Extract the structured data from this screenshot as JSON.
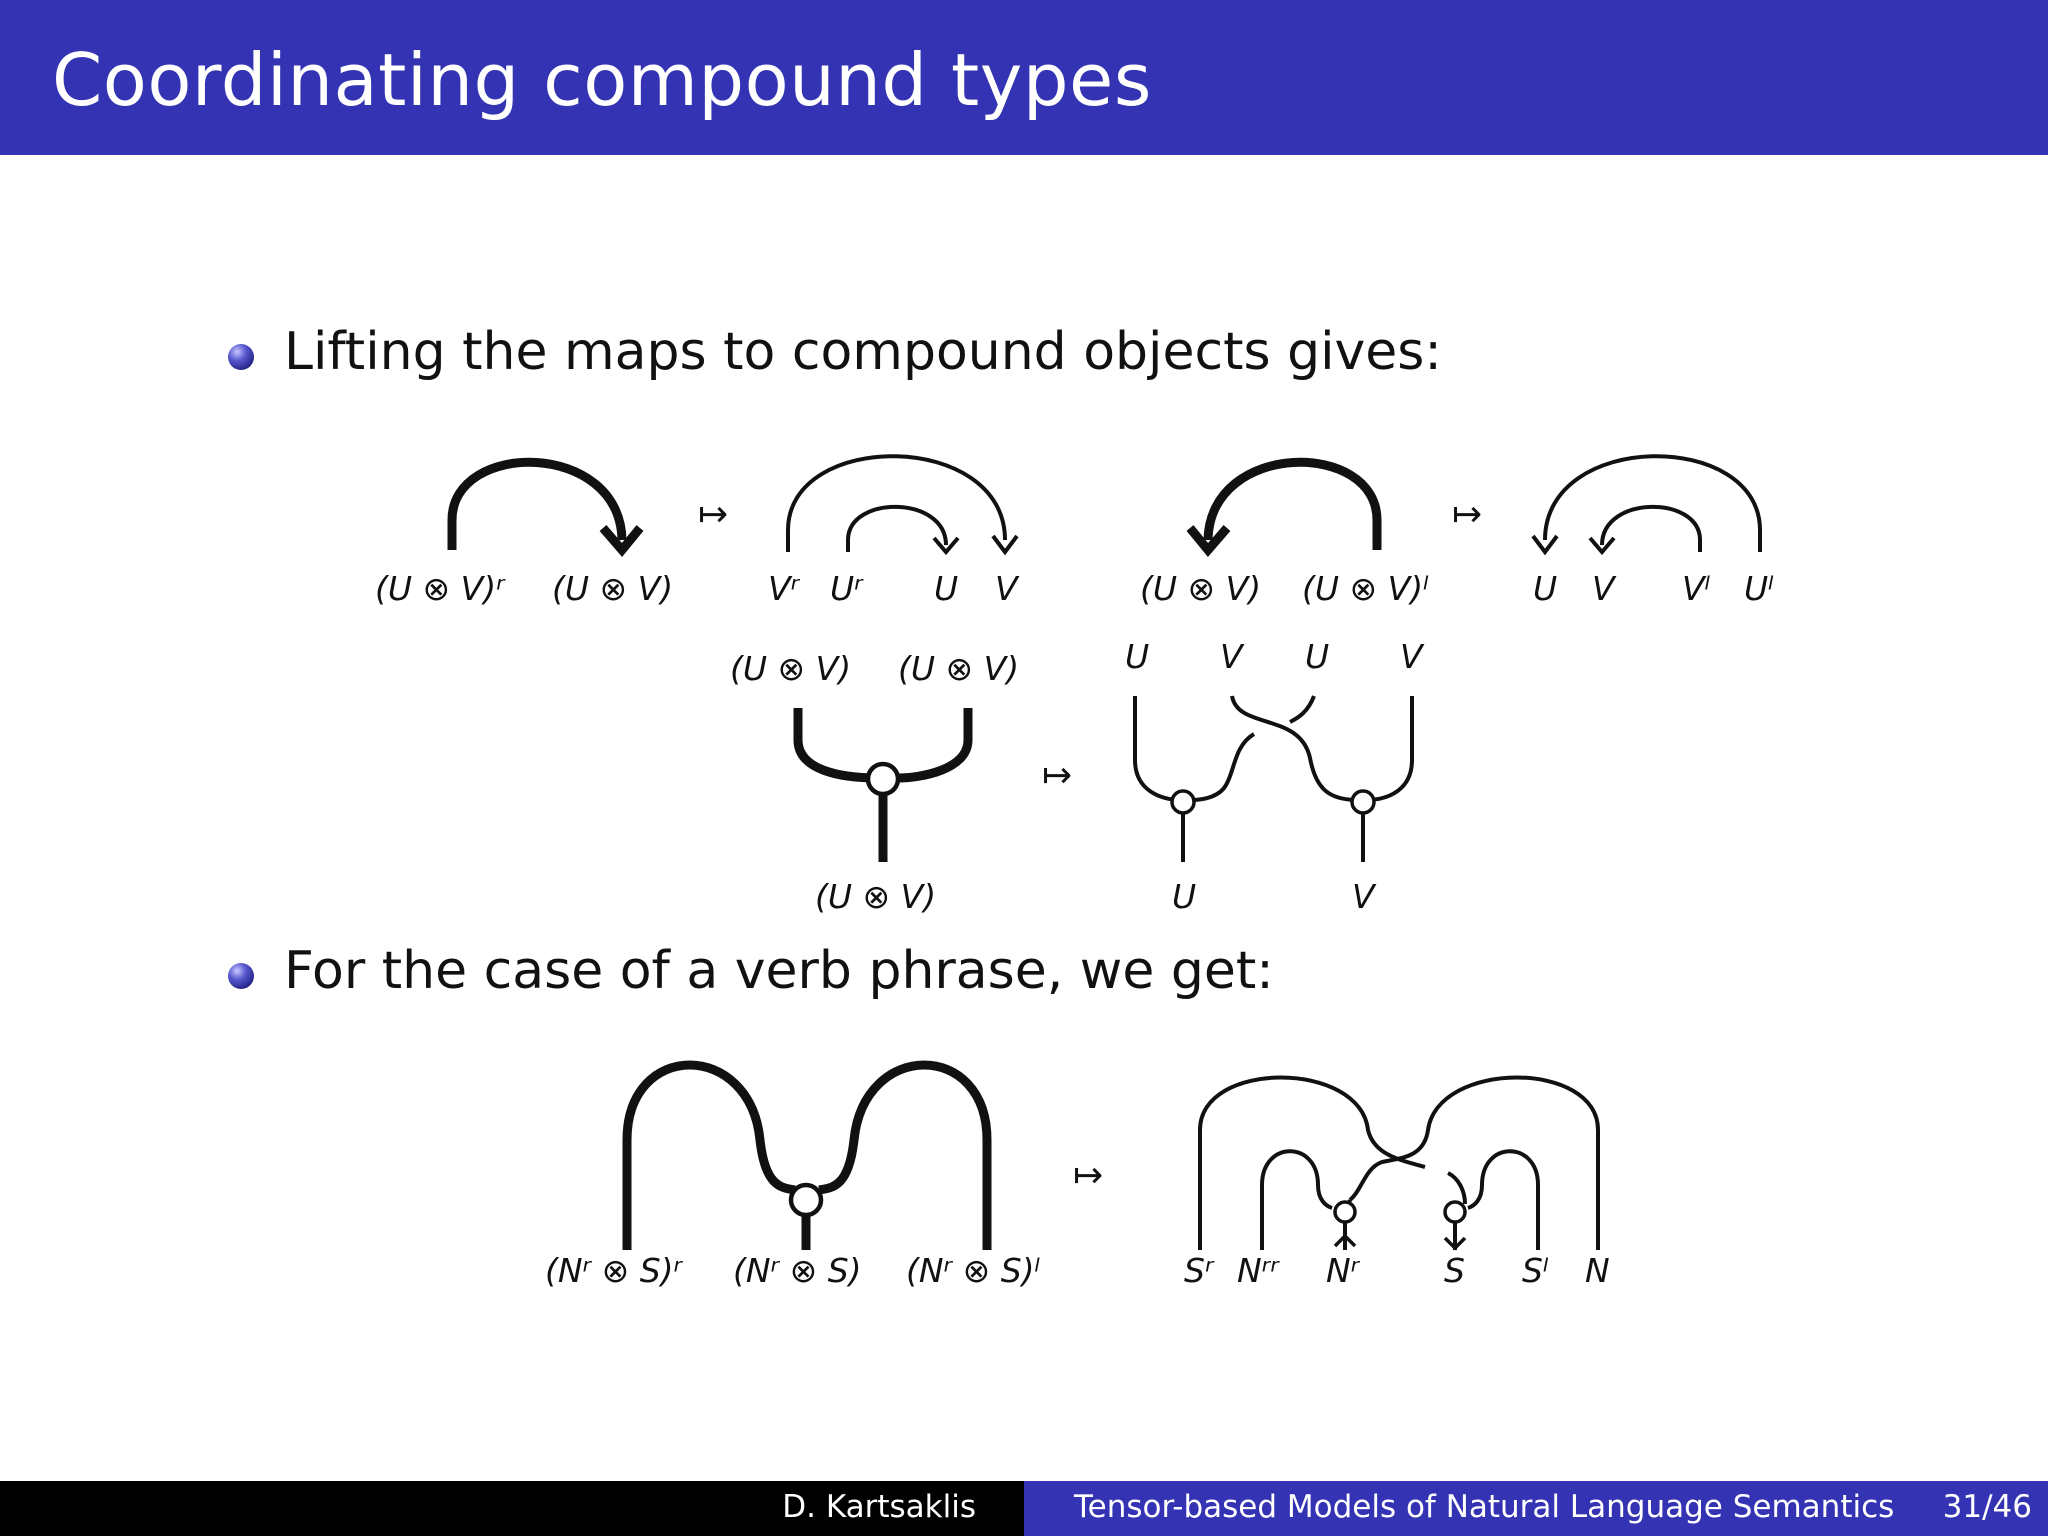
{
  "header": {
    "title": "Coordinating compound types"
  },
  "bullets": [
    {
      "text": "Lifting the maps to compound objects gives:"
    },
    {
      "text": "For the case of a verb phrase, we get:"
    }
  ],
  "diagrams": {
    "cup_right": {
      "left_labels": [
        "(U ⊗ V)ʳ",
        "(U ⊗ V)"
      ],
      "right_labels": [
        "Vʳ",
        "Uʳ",
        "U",
        "V"
      ]
    },
    "cup_left": {
      "left_labels": [
        "(U ⊗ V)",
        "(U ⊗ V)ˡ"
      ],
      "right_labels": [
        "U",
        "V",
        "Vˡ",
        "Uˡ"
      ]
    },
    "merge": {
      "top_labels": [
        "(U ⊗ V)",
        "(U ⊗ V)"
      ],
      "bottom_label": "(U ⊗ V)",
      "right_top_labels": [
        "U",
        "V",
        "U",
        "V"
      ],
      "right_bottom_labels": [
        "U",
        "V"
      ]
    },
    "verb_phrase": {
      "left_labels": [
        "(Nʳ ⊗ S)ʳ",
        "(Nʳ ⊗ S)",
        "(Nʳ ⊗ S)ˡ"
      ],
      "right_labels": [
        "Sʳ",
        "Nʳʳ",
        "Nʳ",
        "S",
        "Sˡ",
        "N"
      ]
    },
    "mapsto_symbol": "↦"
  },
  "footer": {
    "author": "D. Kartsaklis",
    "talk_title": "Tensor-based Models of Natural Language Semantics",
    "page": "31/46"
  }
}
